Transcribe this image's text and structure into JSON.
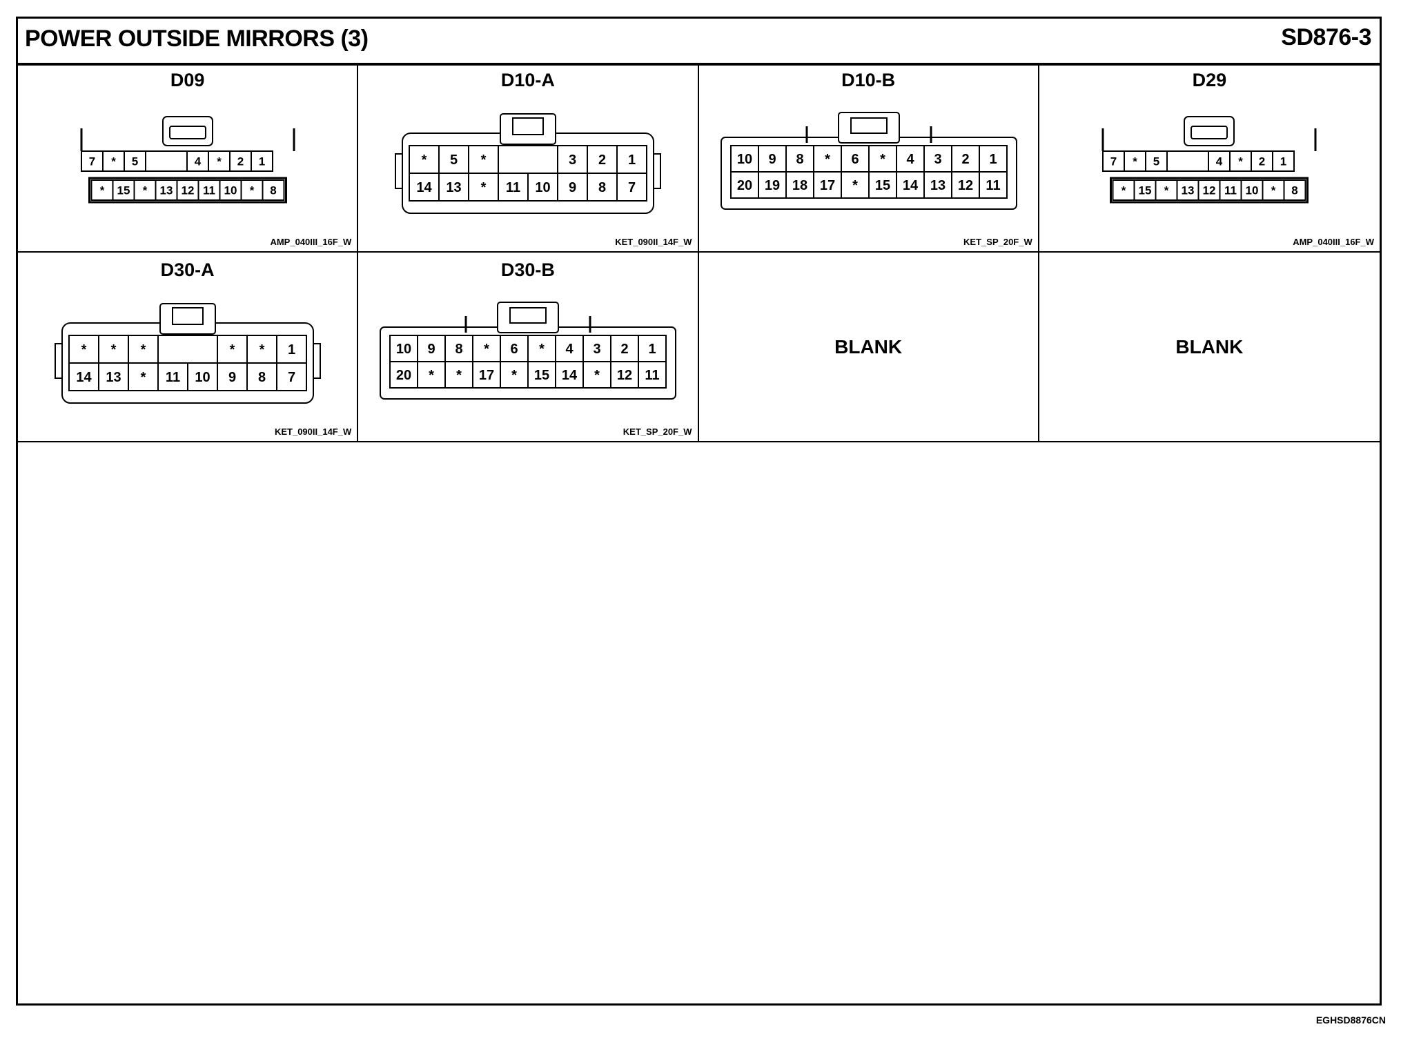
{
  "header": {
    "title": "POWER OUTSIDE MIRRORS (3)",
    "code": "SD876-3"
  },
  "footer": {
    "code": "EGHSD8876CN"
  },
  "connectors": [
    {
      "id": "D09",
      "part": "AMP_040III_16F_W",
      "style": "amp",
      "rows": [
        [
          "7",
          "*",
          "5",
          "",
          "4",
          "*",
          "2",
          "1"
        ],
        [
          "*",
          "15",
          "*",
          "13",
          "12",
          "11",
          "10",
          "*",
          "8"
        ]
      ]
    },
    {
      "id": "D10-A",
      "part": "KET_090II_14F_W",
      "style": "ket14",
      "rows": [
        [
          "*",
          "5",
          "*",
          "",
          "3",
          "2",
          "1"
        ],
        [
          "14",
          "13",
          "*",
          "11",
          "10",
          "9",
          "8",
          "7"
        ]
      ]
    },
    {
      "id": "D10-B",
      "part": "KET_SP_20F_W",
      "style": "ket20",
      "rows": [
        [
          "10",
          "9",
          "8",
          "*",
          "6",
          "*",
          "4",
          "3",
          "2",
          "1"
        ],
        [
          "20",
          "19",
          "18",
          "17",
          "*",
          "15",
          "14",
          "13",
          "12",
          "11"
        ]
      ]
    },
    {
      "id": "D29",
      "part": "AMP_040III_16F_W",
      "style": "amp",
      "rows": [
        [
          "7",
          "*",
          "5",
          "",
          "4",
          "*",
          "2",
          "1"
        ],
        [
          "*",
          "15",
          "*",
          "13",
          "12",
          "11",
          "10",
          "*",
          "8"
        ]
      ]
    },
    {
      "id": "D30-A",
      "part": "KET_090II_14F_W",
      "style": "ket14",
      "rows": [
        [
          "*",
          "*",
          "*",
          "",
          "*",
          "*",
          "1"
        ],
        [
          "14",
          "13",
          "*",
          "11",
          "10",
          "9",
          "8",
          "7"
        ]
      ]
    },
    {
      "id": "D30-B",
      "part": "KET_SP_20F_W",
      "style": "ket20",
      "rows": [
        [
          "10",
          "9",
          "8",
          "*",
          "6",
          "*",
          "4",
          "3",
          "2",
          "1"
        ],
        [
          "20",
          "*",
          "*",
          "17",
          "*",
          "15",
          "14",
          "*",
          "12",
          "11"
        ]
      ]
    }
  ],
  "blanks": [
    "BLANK",
    "BLANK"
  ]
}
